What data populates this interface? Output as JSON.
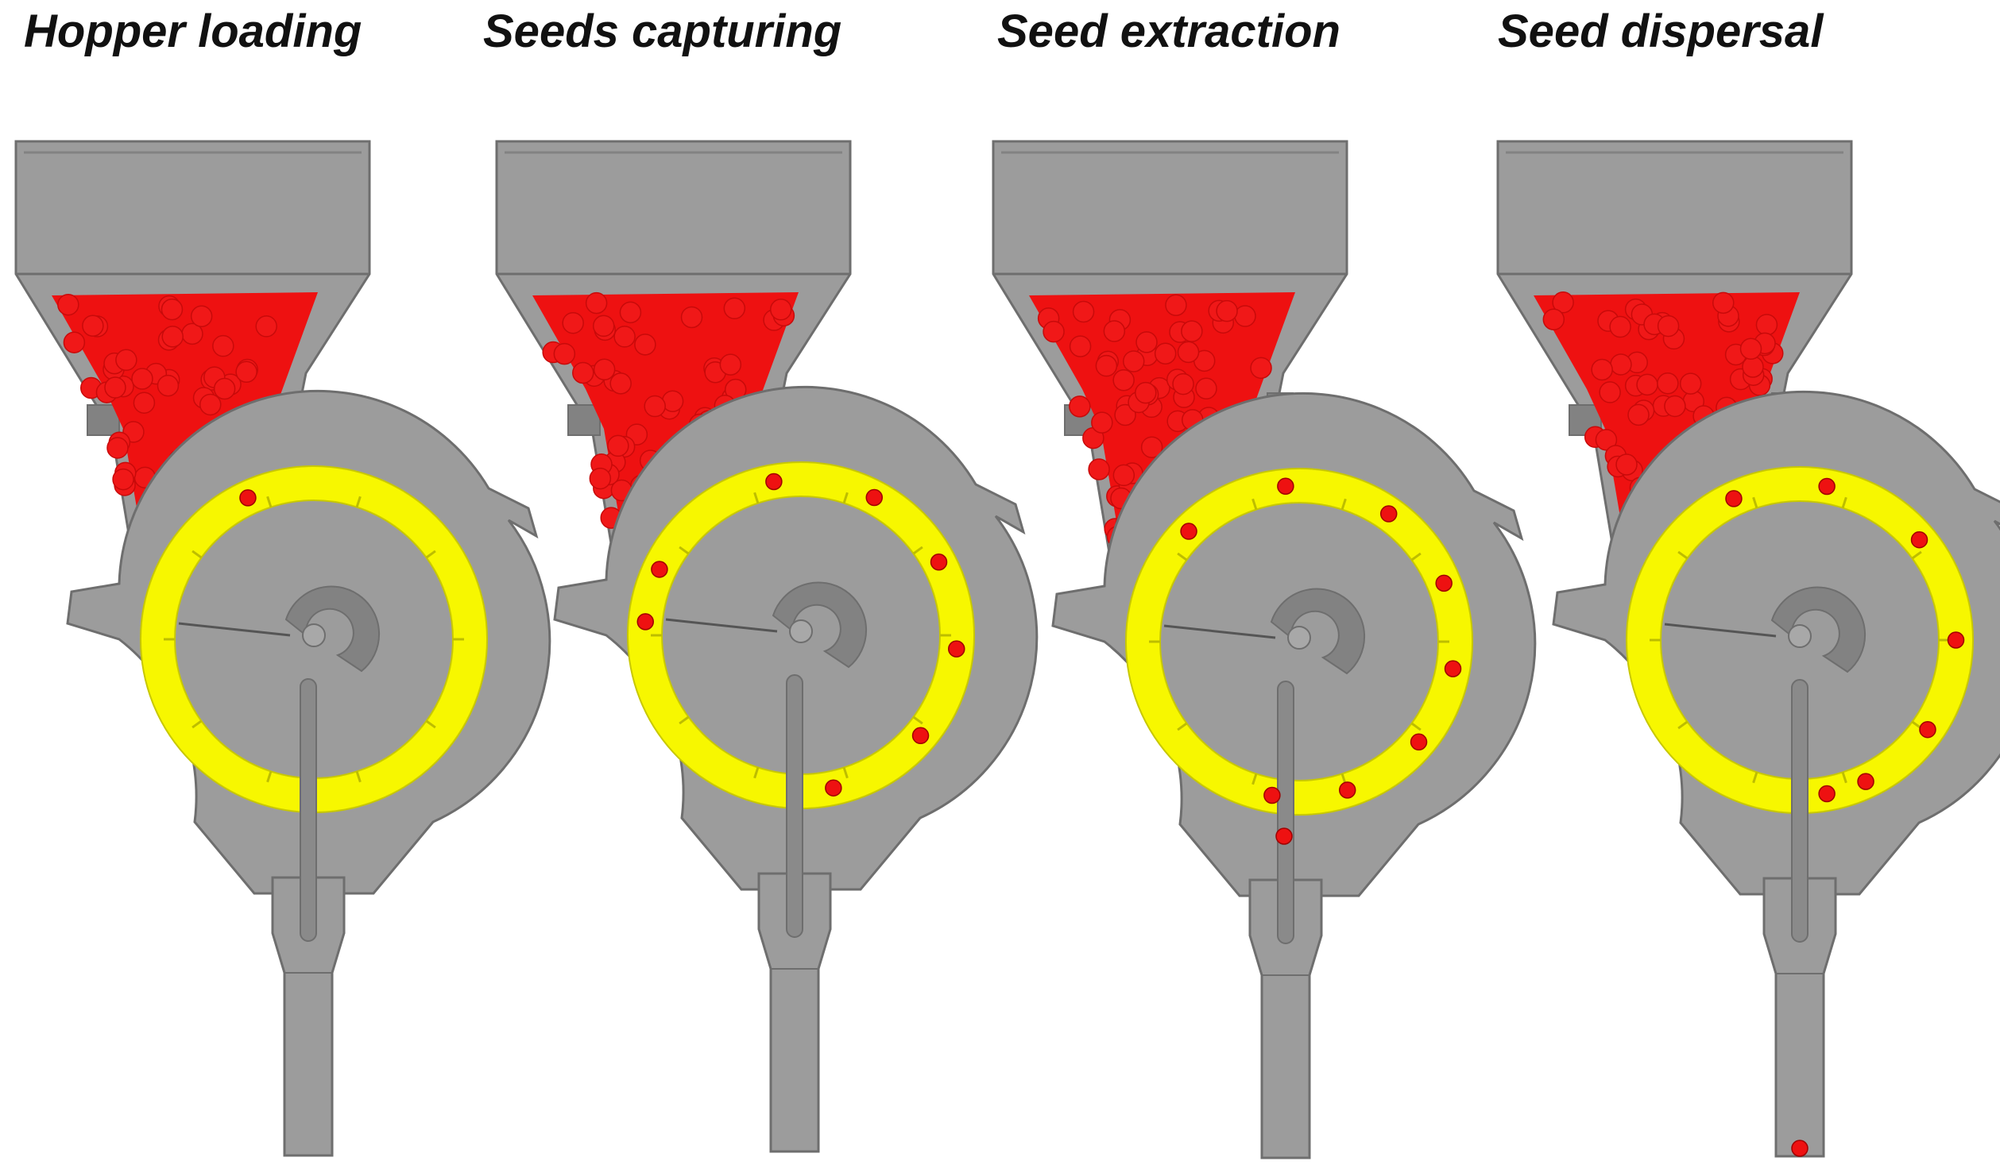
{
  "panels": [
    {
      "label": "Hopper loading",
      "seeds_on_disc": 1,
      "seed_in_tube": false,
      "seed_at_outlet": false
    },
    {
      "label": "Seeds capturing",
      "seeds_on_disc": 8,
      "seed_in_tube": false,
      "seed_at_outlet": false
    },
    {
      "label": "Seed extraction",
      "seeds_on_disc": 8,
      "seed_in_tube": true,
      "seed_at_outlet": false
    },
    {
      "label": "Seed dispersal",
      "seeds_on_disc": 7,
      "seed_in_tube": false,
      "seed_at_outlet": true
    }
  ],
  "colors": {
    "housing": "#9c9c9c",
    "housing_dark": "#828282",
    "housing_edge": "#6e6e6e",
    "disc_ring": "#f7f700",
    "seed": "#ee1111",
    "background": "#ffffff"
  }
}
